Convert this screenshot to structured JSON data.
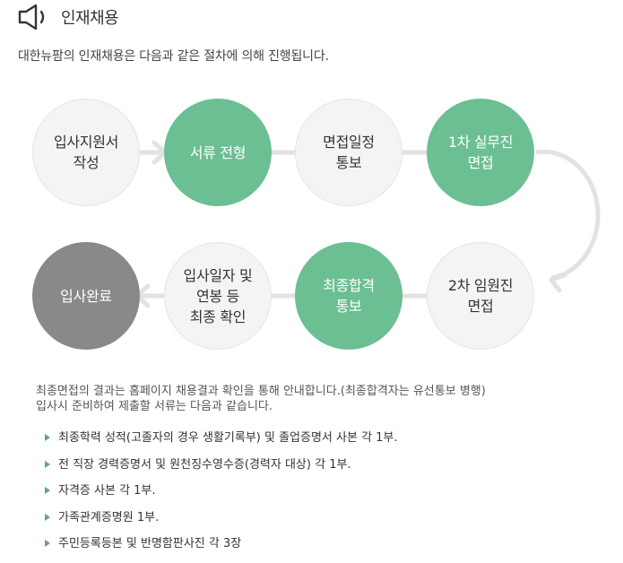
{
  "header": {
    "title": "인재채용",
    "icon": "speaker-icon"
  },
  "intro": "대한뉴팜의 인재채용은 다음과 같은 절차에 의해 진행됩니다.",
  "steps": [
    {
      "label": "입사지원서\n작성",
      "style": "gray"
    },
    {
      "label": "서류 전형",
      "style": "green"
    },
    {
      "label": "면접일정\n통보",
      "style": "gray"
    },
    {
      "label": "1차 실무진\n면접",
      "style": "green"
    },
    {
      "label": "2차 임원진\n면접",
      "style": "gray"
    },
    {
      "label": "최종합격\n통보",
      "style": "green"
    },
    {
      "label": "입사일자 및\n연봉 등\n최종 확인",
      "style": "gray"
    },
    {
      "label": "입사완료",
      "style": "dark"
    }
  ],
  "notes": {
    "line1": "최종면접의 결과는 홈페이지 채용결과 확인을 통해 안내합니다.(최종합격자는 유선통보 병행)",
    "line2": "입사시 준비하여 제출할 서류는 다음과 같습니다."
  },
  "documents": [
    "최종학력 성적(고졸자의 경우 생활기록부) 및 졸업증명서 사본 각 1부.",
    "전 직장 경력증명서 및 원천징수영수증(경력자 대상) 각 1부.",
    "자격증 사본 각 1부.",
    "가족관계증명원 1부.",
    "주민등록등본 및 반명함판사진 각 3장"
  ],
  "colors": {
    "green": "#6bbf93",
    "gray": "#f4f4f4",
    "dark": "#898989",
    "connector": "#e2e2e2"
  }
}
